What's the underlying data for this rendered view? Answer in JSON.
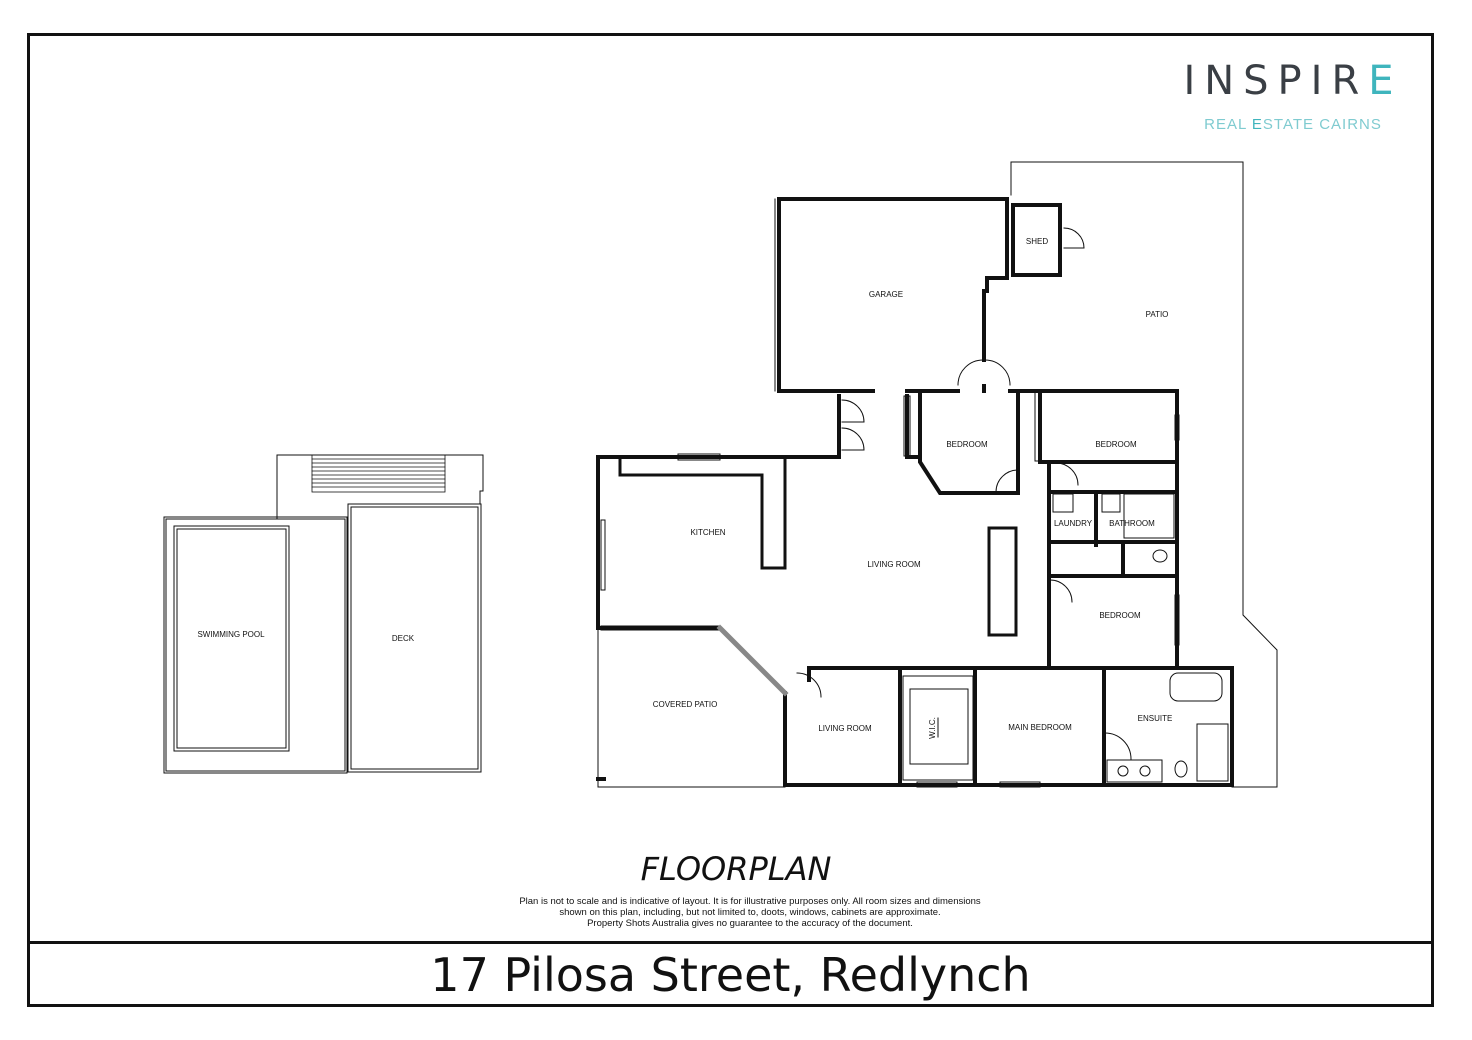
{
  "logo": {
    "main_prefix": "INSPIR",
    "main_accent": "E",
    "sub_prefix": "REAL ",
    "sub_accent": "E",
    "sub_suffix": "STATE CAIRNS"
  },
  "rooms": {
    "garage": "GARAGE",
    "shed": "SHED",
    "patio": "PATIO",
    "bedroom_1": "BEDROOM",
    "bedroom_2": "BEDROOM",
    "bedroom_3": "BEDROOM",
    "laundry": "LAUNDRY",
    "bathroom": "BATHROOM",
    "kitchen": "KITCHEN",
    "living_room_main": "LIVING ROOM",
    "covered_patio": "COVERED PATIO",
    "living_room_2": "LIVING ROOM",
    "wic": "W.I.C.",
    "main_bedroom": "MAIN BEDROOM",
    "ensuite": "ENSUITE",
    "swimming_pool": "SWIMMING POOL",
    "deck": "DECK"
  },
  "title": "FLOORPLAN",
  "disclaimer": {
    "line1": "Plan is not to scale and is indicative of layout. It is for illustrative purposes only. All room sizes and dimensions",
    "line2": "shown on this plan, including, but not limited to, doots, windows, cabinets are approximate.",
    "line3": "Property Shots Australia gives no guarantee to the accuracy of the document."
  },
  "address": "17 Pilosa Street, Redlynch"
}
